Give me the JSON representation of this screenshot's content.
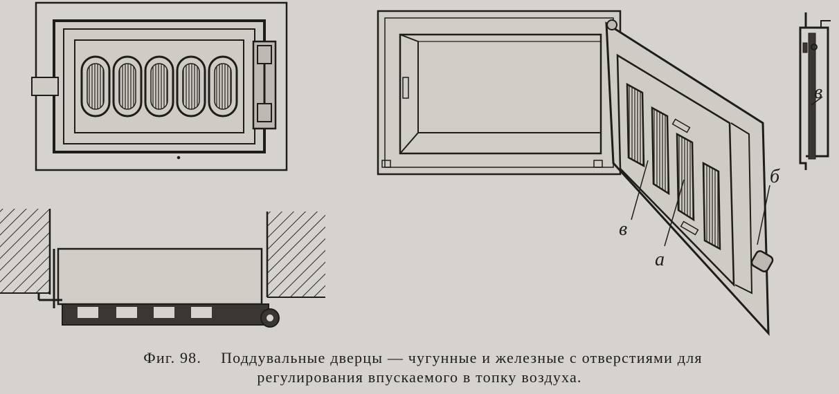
{
  "labels": {
    "v_side": "в",
    "v_door": "в",
    "a": "а",
    "b": "б"
  },
  "caption": {
    "figure_number": "Фиг. 98.",
    "line1": "Поддувальные дверцы — чугунные и железные с отверстиями для",
    "line2": "регулирования впускаемого в топку воздуха."
  }
}
